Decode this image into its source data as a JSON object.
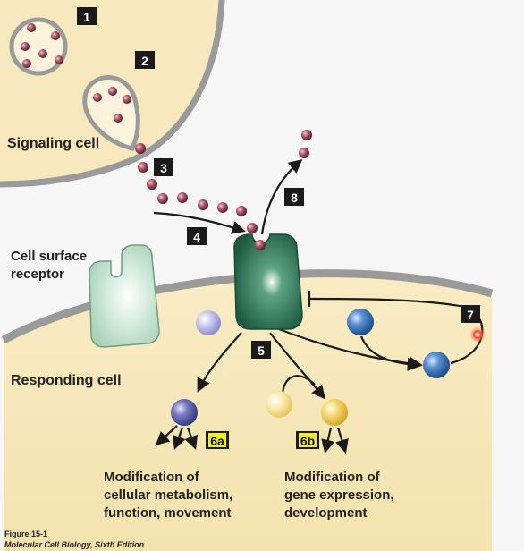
{
  "labels": {
    "signaling_cell": "Signaling cell",
    "cell_surface_receptor_line1": "Cell surface",
    "cell_surface_receptor_line2": "receptor",
    "responding_cell": "Responding cell",
    "mod_a_line1": "Modification of",
    "mod_a_line2": "cellular metabolism,",
    "mod_a_line3": "function, movement",
    "mod_b_line1": "Modification of",
    "mod_b_line2": "gene expression,",
    "mod_b_line3": "development"
  },
  "steps": [
    "1",
    "2",
    "3",
    "4",
    "5",
    "6a",
    "6b",
    "7",
    "8"
  ],
  "caption": {
    "figure": "Figure 15-1",
    "source": "Molecular Cell Biology, Sixth Edition"
  },
  "colors": {
    "background": "#f6f6f6",
    "cell_fill": "#f7e9bd",
    "membrane": "#9a9a9a",
    "signal_molecule": "#8a3a4c",
    "active_receptor": "#1d5a3f",
    "inactive_receptor": "#bfe1cc",
    "badge_dark": "#1a1a1a",
    "badge_yellow": "#f1ea2d",
    "blue_protein": "#2c63a8",
    "purple_protein": "#4d4f9a",
    "yellow_protein": "#f2c94c",
    "feedback_glow": "#ff5a3c"
  }
}
